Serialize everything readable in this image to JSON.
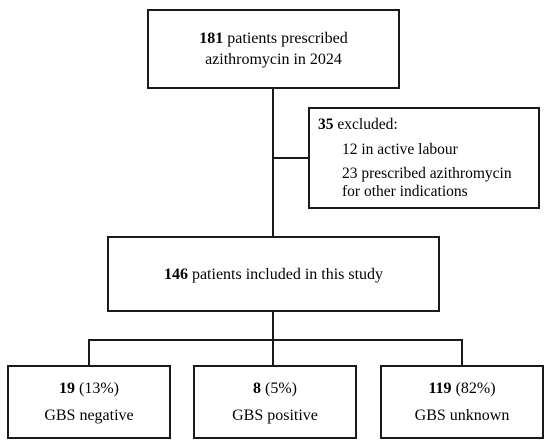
{
  "top_box": {
    "count": "181",
    "line1_rest": " patients prescribed",
    "line2": "azithromycin in 2024"
  },
  "excluded_box": {
    "count": "35",
    "label": " excluded:",
    "item1": "12 in active labour",
    "item2_line1": "23 prescribed azithromycin",
    "item2_line2": "for other indications"
  },
  "middle_box": {
    "count": "146",
    "label": " patients included in this study"
  },
  "groups": [
    {
      "count": "19",
      "percent": " (13%)",
      "label": "GBS negative"
    },
    {
      "count": "8",
      "percent": " (5%)",
      "label": "GBS positive"
    },
    {
      "count": "119",
      "percent": " (82%)",
      "label": "GBS unknown"
    }
  ]
}
